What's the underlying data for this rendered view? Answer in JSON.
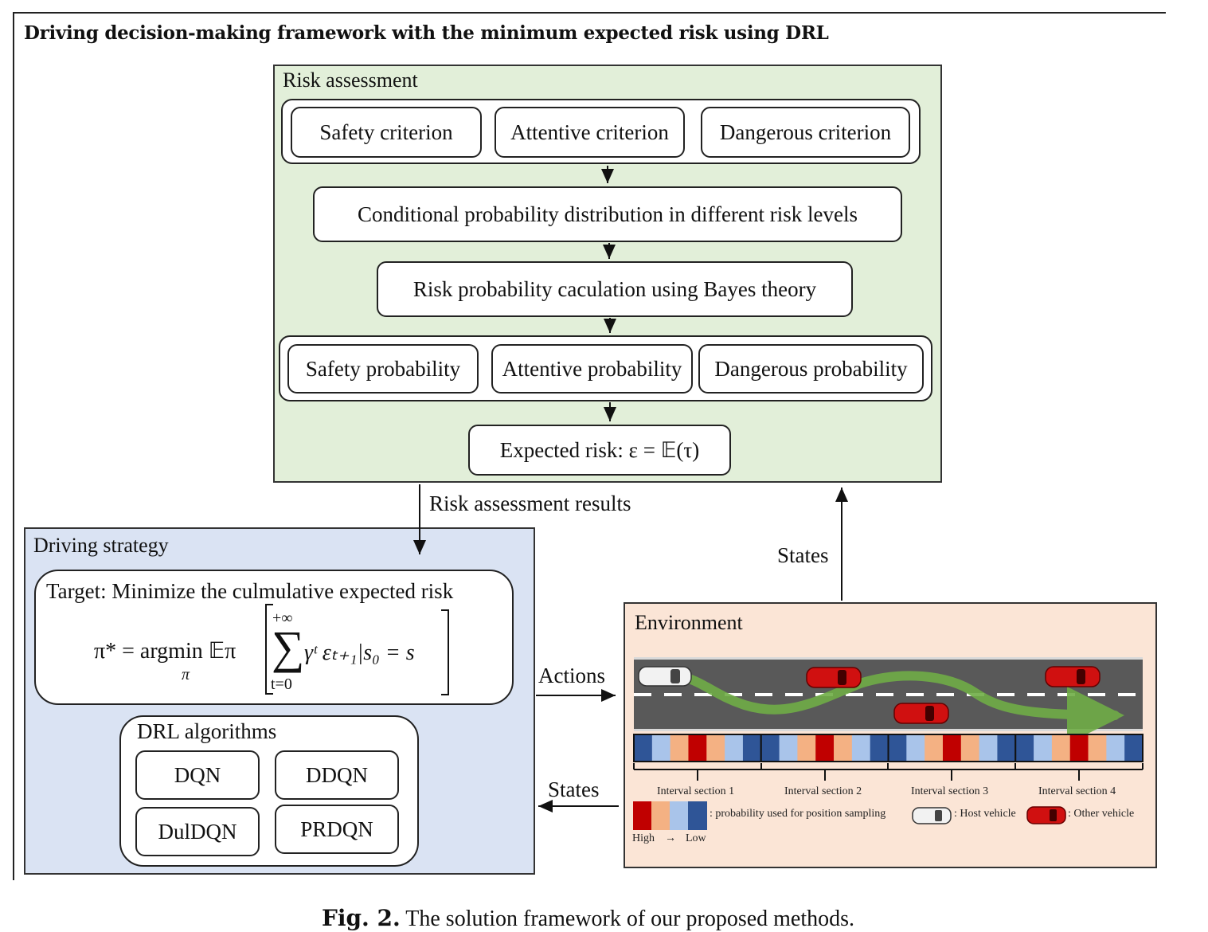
{
  "title": "Driving decision-making framework with the minimum expected risk using DRL",
  "risk_assessment": {
    "title": "Risk assessment",
    "criteria": [
      "Safety criterion",
      "Attentive criterion",
      "Dangerous criterion"
    ],
    "conditional": "Conditional probability  distribution in different risk levels",
    "bayes": "Risk probability caculation using Bayes theory",
    "probabilities": [
      "Safety probability",
      "Attentive probability",
      "Dangerous probability"
    ],
    "expected_risk": "Expected risk:  ε = 𝔼(τ)"
  },
  "flow_labels": {
    "risk_results": "Risk assessment results",
    "states_up": "States",
    "actions": "Actions",
    "states_left": "States"
  },
  "driving_strategy": {
    "title": "Driving strategy",
    "target": "Target: Minimize the culmulative expected risk",
    "formula": {
      "lhs": "π* = argmin 𝔼π",
      "under": "π",
      "sum_top": "+∞",
      "sum_bottom": "t=0",
      "body": "γᵗ εₜ₊₁|s₀ = s"
    },
    "drl_title": "DRL algorithms",
    "algorithms": [
      "DQN",
      "DDQN",
      "DulDQN",
      "PRDQN"
    ]
  },
  "environment": {
    "title": "Environment",
    "sections": [
      "Interval section 1",
      "Interval section 2",
      "Interval section 3",
      "Interval section 4"
    ],
    "legend_prob": ": probability used for position sampling",
    "legend_host": ": Host vehicle",
    "legend_other": ": Other vehicle",
    "legend_high": "High",
    "legend_arrow": "→",
    "legend_low": "Low",
    "colors": {
      "high": "#c00000",
      "mid_high": "#f4b183",
      "mid_low": "#a9c4ea",
      "low": "#2f5597",
      "road": "#595959",
      "path": "#70ad47",
      "car_other": "#d01010"
    }
  },
  "caption": {
    "label": "Fig. 2.",
    "text": "The solution framework of our proposed methods."
  }
}
